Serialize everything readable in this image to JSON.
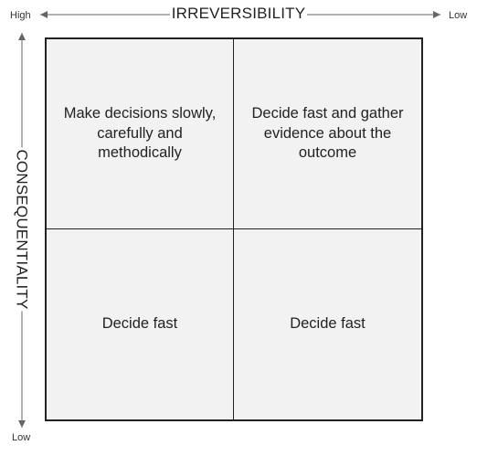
{
  "axes": {
    "x": {
      "title": "IRREVERSIBILITY",
      "start_label": "High",
      "end_label": "Low"
    },
    "y": {
      "title": "CONSEQUENTIALITY",
      "end_label": "Low"
    }
  },
  "quadrants": {
    "top_left": "Make decisions slowly, carefully and methodically",
    "top_right": "Decide fast and gather evidence about the outcome",
    "bottom_left": "Decide fast",
    "bottom_right": "Decide fast"
  },
  "colors": {
    "quadrant_fill": "#f2f2f2",
    "line": "#222222",
    "arrow": "#666666"
  }
}
